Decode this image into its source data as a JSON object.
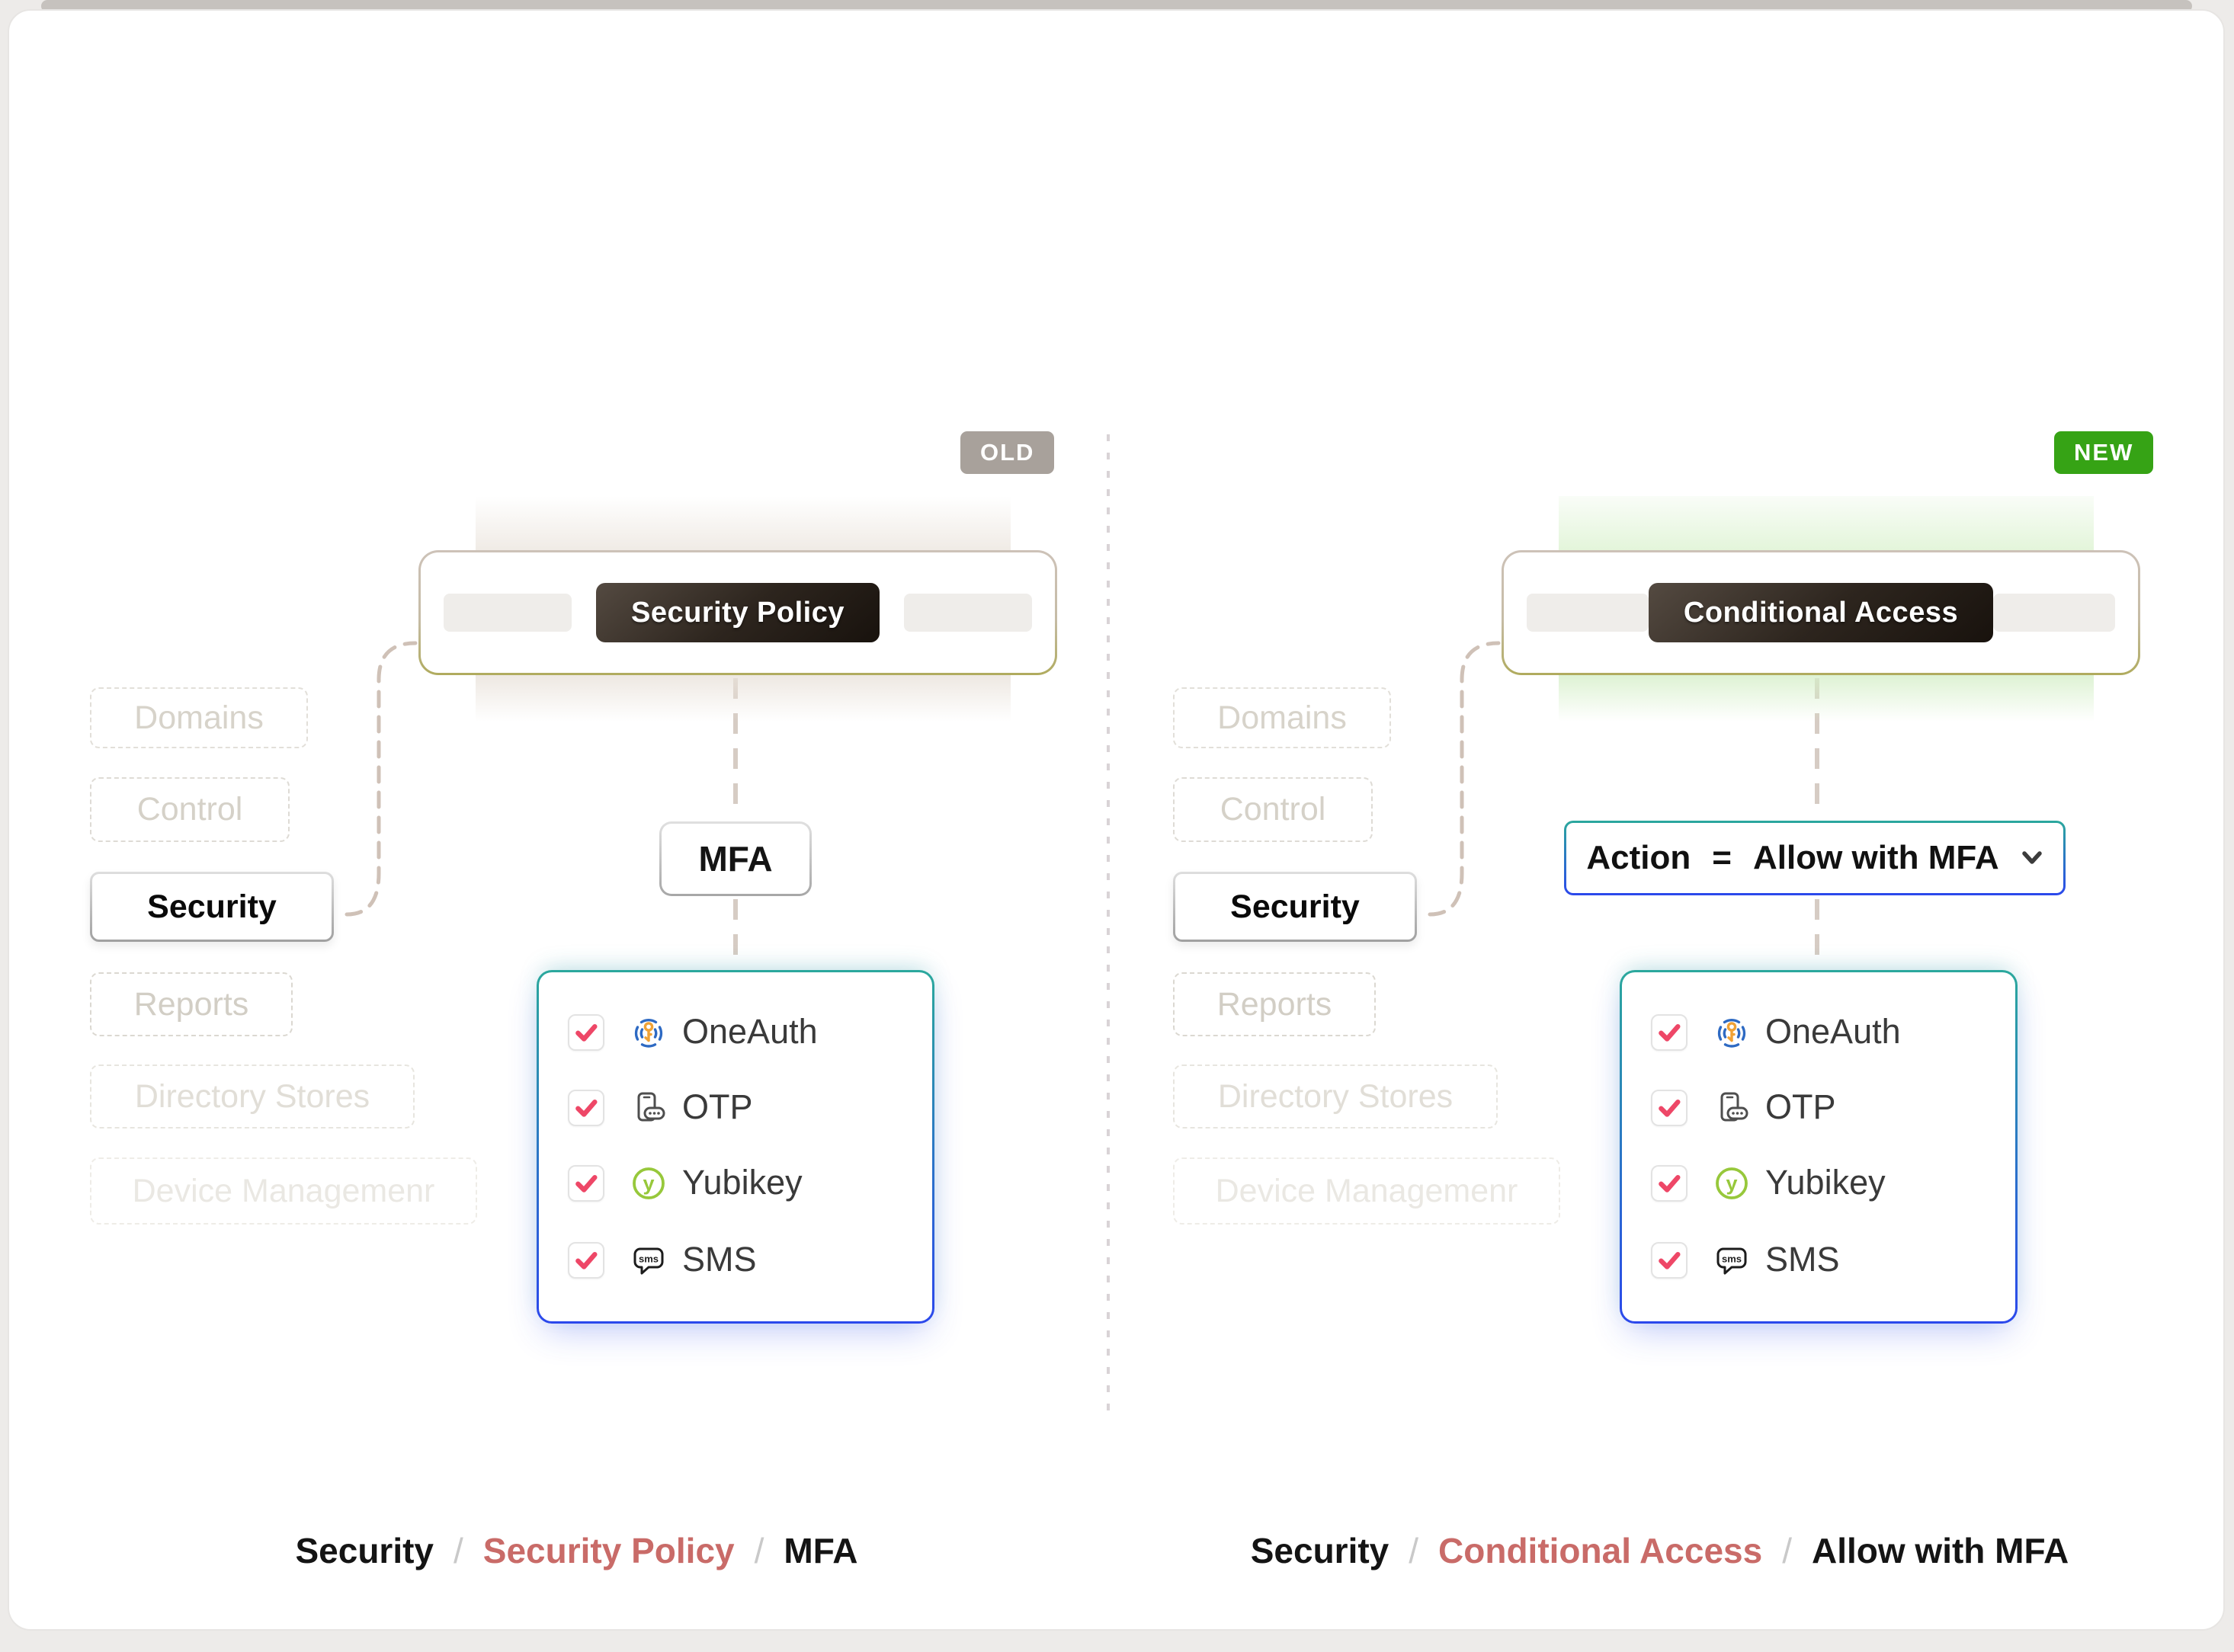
{
  "card": {
    "breadcrumb_separator": "/"
  },
  "sidebar_menu": [
    {
      "label": "Domains",
      "state": "ghost"
    },
    {
      "label": "Control",
      "state": "ghost"
    },
    {
      "label": "Security",
      "state": "active"
    },
    {
      "label": "Reports",
      "state": "ghost"
    },
    {
      "label": "Directory Stores",
      "state": "ghost-light"
    },
    {
      "label": "Device Managemenr",
      "state": "ghost-lightest"
    }
  ],
  "mfa_options": [
    {
      "label": "OneAuth",
      "icon": "oneauth-icon",
      "checked": true
    },
    {
      "label": "OTP",
      "icon": "otp-icon",
      "checked": true
    },
    {
      "label": "Yubikey",
      "icon": "yubikey-icon",
      "checked": true
    },
    {
      "label": "SMS",
      "icon": "sms-icon",
      "checked": true
    }
  ],
  "left_panel": {
    "badge": "OLD",
    "node_label": "Security Policy",
    "child_label": "MFA",
    "breadcrumb": [
      {
        "label": "Security",
        "highlighted": false
      },
      {
        "label": "Security Policy",
        "highlighted": true
      },
      {
        "label": "MFA",
        "highlighted": false
      }
    ]
  },
  "right_panel": {
    "badge": "NEW",
    "node_label": "Conditional Access",
    "action": {
      "field": "Action",
      "operator": "=",
      "value": "Allow with MFA"
    },
    "breadcrumb": [
      {
        "label": "Security",
        "highlighted": false
      },
      {
        "label": "Conditional Access",
        "highlighted": true
      },
      {
        "label": "Allow with MFA",
        "highlighted": false
      }
    ]
  },
  "colors": {
    "old_badge": "#a8a19b",
    "new_badge": "#36a315",
    "breadcrumb_highlight": "#c96b68",
    "checkbox_check": "#ee4767",
    "border_teal": "#2ba89d",
    "border_blue": "#2b48ec",
    "node_border_top": "#cdc2b8",
    "node_border_bottom": "#b0ab5e",
    "connector_tan": "#cfc1b7",
    "band_beige": "#e9e2da",
    "band_green": "#d5efc8",
    "oneauth_blue": "#2e6ac3",
    "oneauth_orange": "#f0a236",
    "yubikey_green": "#97c83b"
  }
}
